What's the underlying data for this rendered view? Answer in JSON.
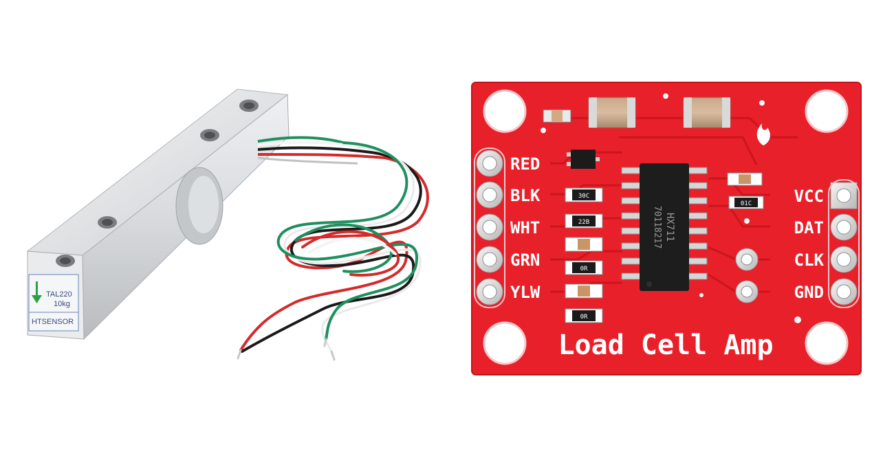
{
  "load_cell": {
    "model": "TAL220",
    "capacity": "10kg",
    "brand": "HTSENSOR",
    "wire_colors": [
      "#d42a2a",
      "#1a1a1a",
      "#f4f4f4",
      "#1f8f5f"
    ]
  },
  "board": {
    "title": "Load Cell Amp",
    "chip_line1": "HX711",
    "chip_line2": "70118217",
    "left_pins": [
      "RED",
      "BLK",
      "WHT",
      "GRN",
      "YLW"
    ],
    "right_pins": [
      "VCC",
      "DAT",
      "CLK",
      "GND"
    ],
    "resistor_labels": [
      "30C",
      "22B",
      "",
      "0R",
      "",
      "0R"
    ],
    "small_resistor_label": "01C",
    "pcb_color": "#e8202a",
    "silkscreen_color": "#ffffff"
  }
}
